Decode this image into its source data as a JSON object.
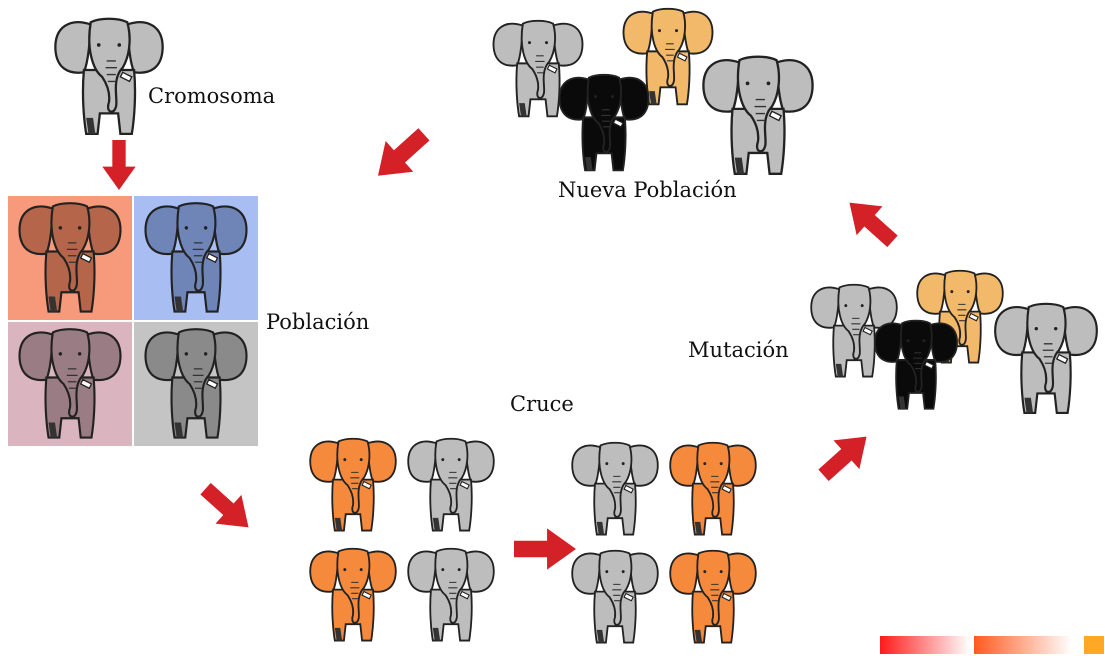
{
  "labels": {
    "cromosoma": "Cromosoma",
    "poblacion": "Población",
    "cruce": "Cruce",
    "mutacion": "Mutación",
    "nueva_poblacion": "Nueva Población"
  },
  "colors": {
    "arrow": "#d42027",
    "elephant_gray": "#bdbdbd",
    "elephant_orange": "#f58a3c",
    "elephant_gold": "#f2b96a",
    "elephant_black": "#0a0a0a",
    "tile_red": "#f79a7c",
    "tile_blue": "#a8bdf2",
    "tile_mauve": "#dab5bf",
    "tile_gray": "#c4c4c4"
  }
}
